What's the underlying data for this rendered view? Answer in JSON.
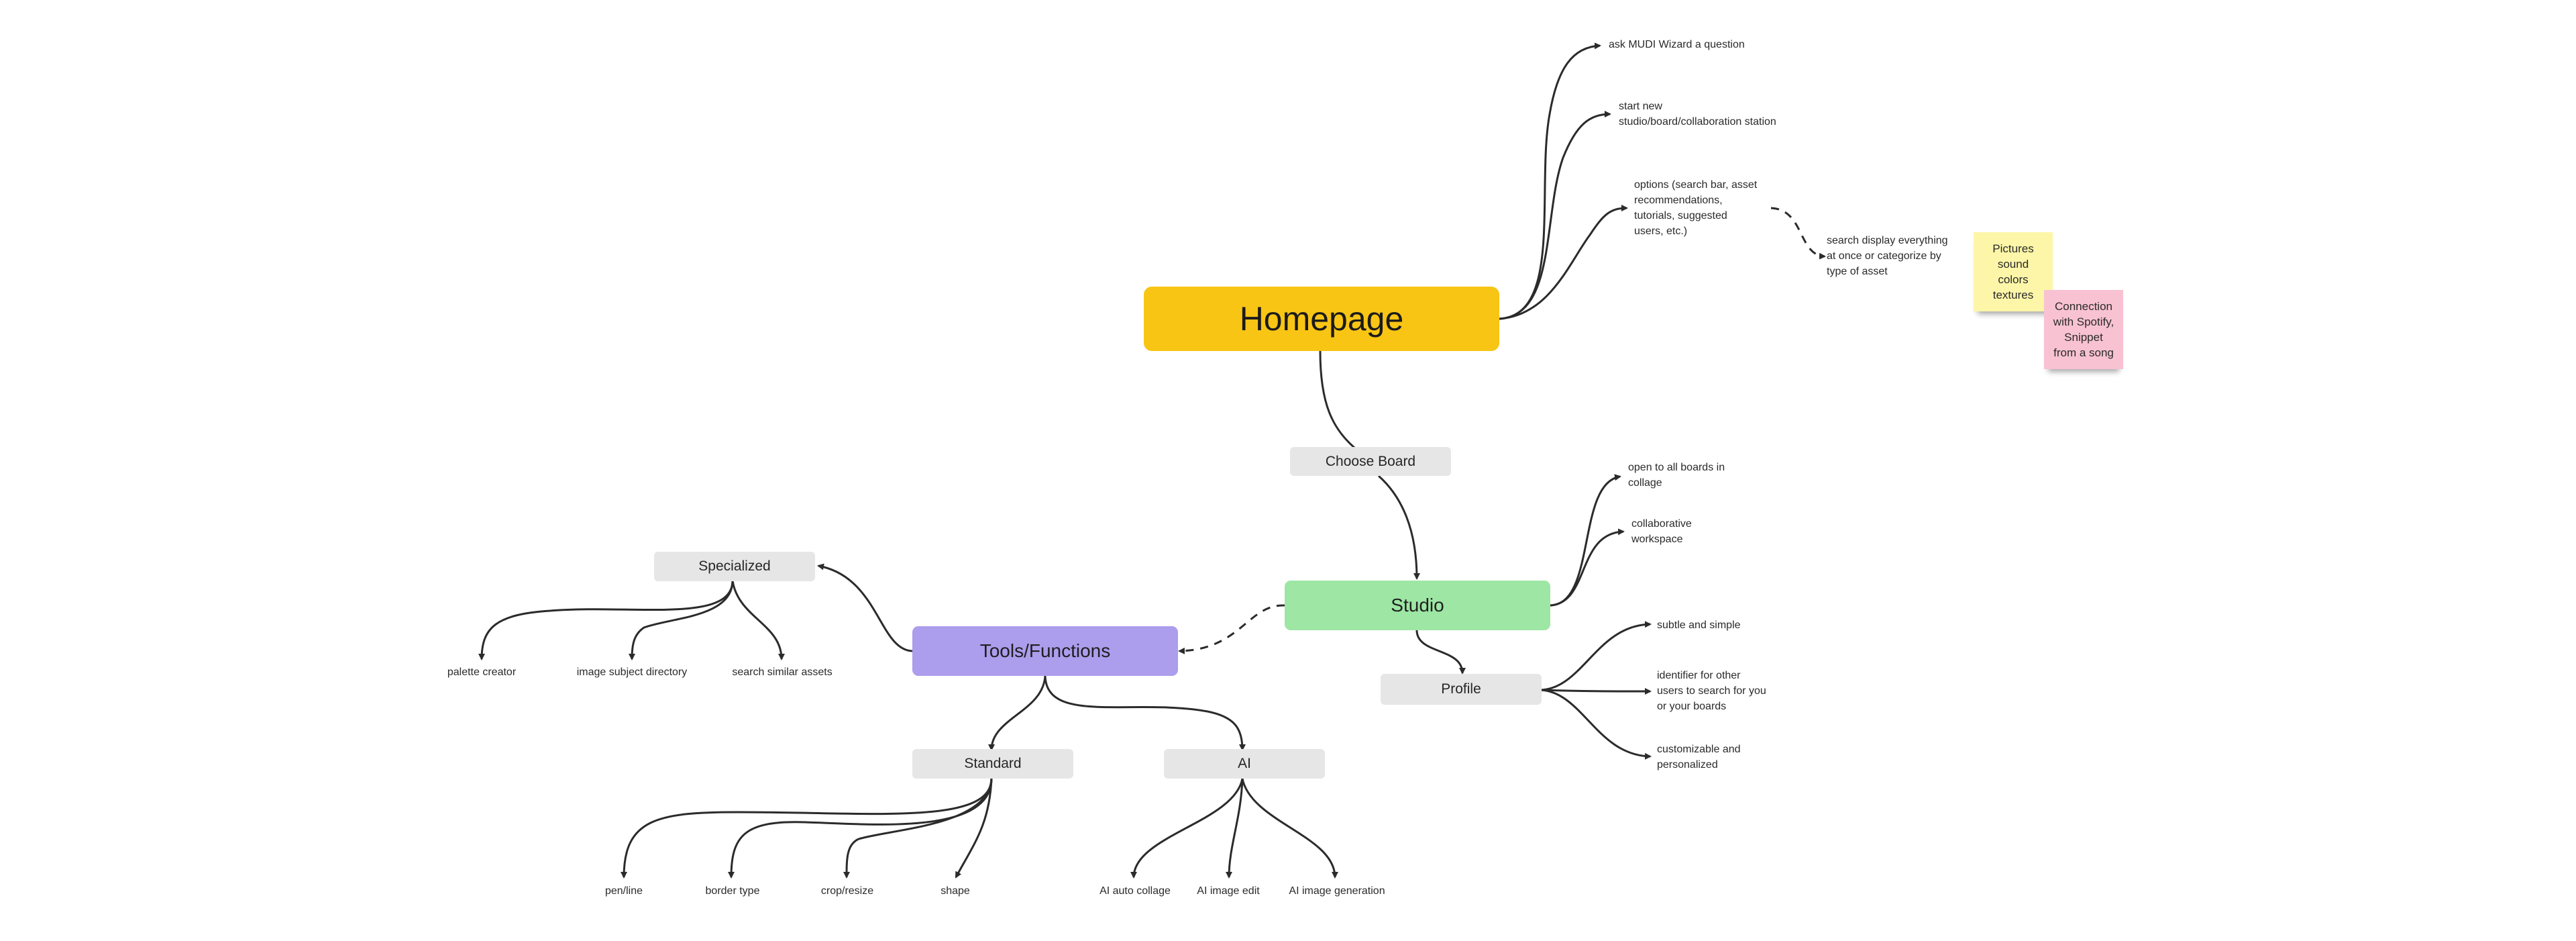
{
  "root": {
    "label": "Homepage"
  },
  "homepage_branches": [
    "ask MUDI Wizard a question",
    "start new\nstudio/board/collaboration station",
    "options (search bar, asset\nrecommendations,\ntutorials, suggested\nusers, etc.)"
  ],
  "search_note": "search display everything\nat once or categorize by\ntype of asset",
  "stickies": {
    "yellow": "Pictures\nsound\ncolors\ntextures",
    "pink": "Connection\nwith Spotify,\nSnippet\nfrom a song"
  },
  "choose_board": "Choose Board",
  "studio": {
    "label": "Studio",
    "branches": [
      "open to all boards in\ncollage",
      "collaborative\nworkspace"
    ]
  },
  "profile": {
    "label": "Profile",
    "branches": [
      "subtle and simple",
      "identifier for other\nusers to search for you\nor your boards",
      "customizable and\npersonalized"
    ]
  },
  "tools": {
    "label": "Tools/Functions"
  },
  "specialized": {
    "label": "Specialized",
    "leaves": [
      "palette creator",
      "image subject directory",
      "search similar assets"
    ]
  },
  "standard": {
    "label": "Standard",
    "leaves": [
      "pen/line",
      "border type",
      "crop/resize",
      "shape"
    ]
  },
  "ai": {
    "label": "AI",
    "leaves": [
      "AI auto collage",
      "AI image edit",
      "AI image generation"
    ]
  },
  "colors": {
    "homepage": "#f8c514",
    "studio": "#9de6a4",
    "tools": "#ac9ded",
    "gray_node": "#e6e6e6",
    "sticky_yellow": "#fdf6a8",
    "sticky_pink": "#f8c2d3"
  }
}
